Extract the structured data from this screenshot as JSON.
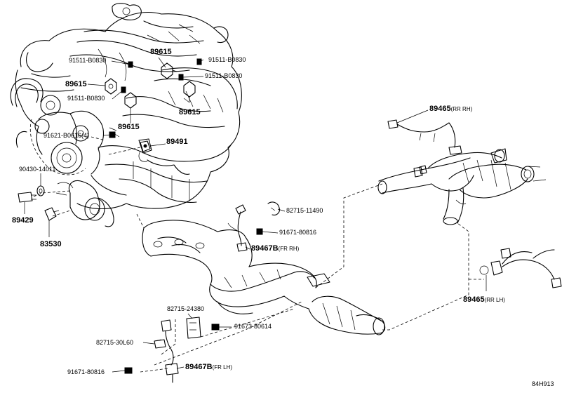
{
  "labels": {
    "l01": "91511-B0830",
    "l02": "89615",
    "l03": "91511-B0830",
    "l04": "91511-B0830",
    "l05": "89615",
    "l06": "91511-B0830",
    "l07": "89615",
    "l08": "89615",
    "l09": "91621-B0616(4)",
    "l10": "89491",
    "l11": "90430-14011",
    "l12": "89429",
    "l13": "83530",
    "l14": "82715-11490",
    "l15": "91671-80816",
    "l16": "89467B",
    "l16s": "(FR RH)",
    "l17": "89465",
    "l17s": "(RR RH)",
    "l18": "89465",
    "l18s": "(RR LH)",
    "l19": "82715-24380",
    "l20": "91673-80614",
    "l21": "82715-30L60",
    "l22": "91671-80816",
    "l23": "89467B",
    "l23s": "(FR LH)",
    "ref": "84H913"
  }
}
